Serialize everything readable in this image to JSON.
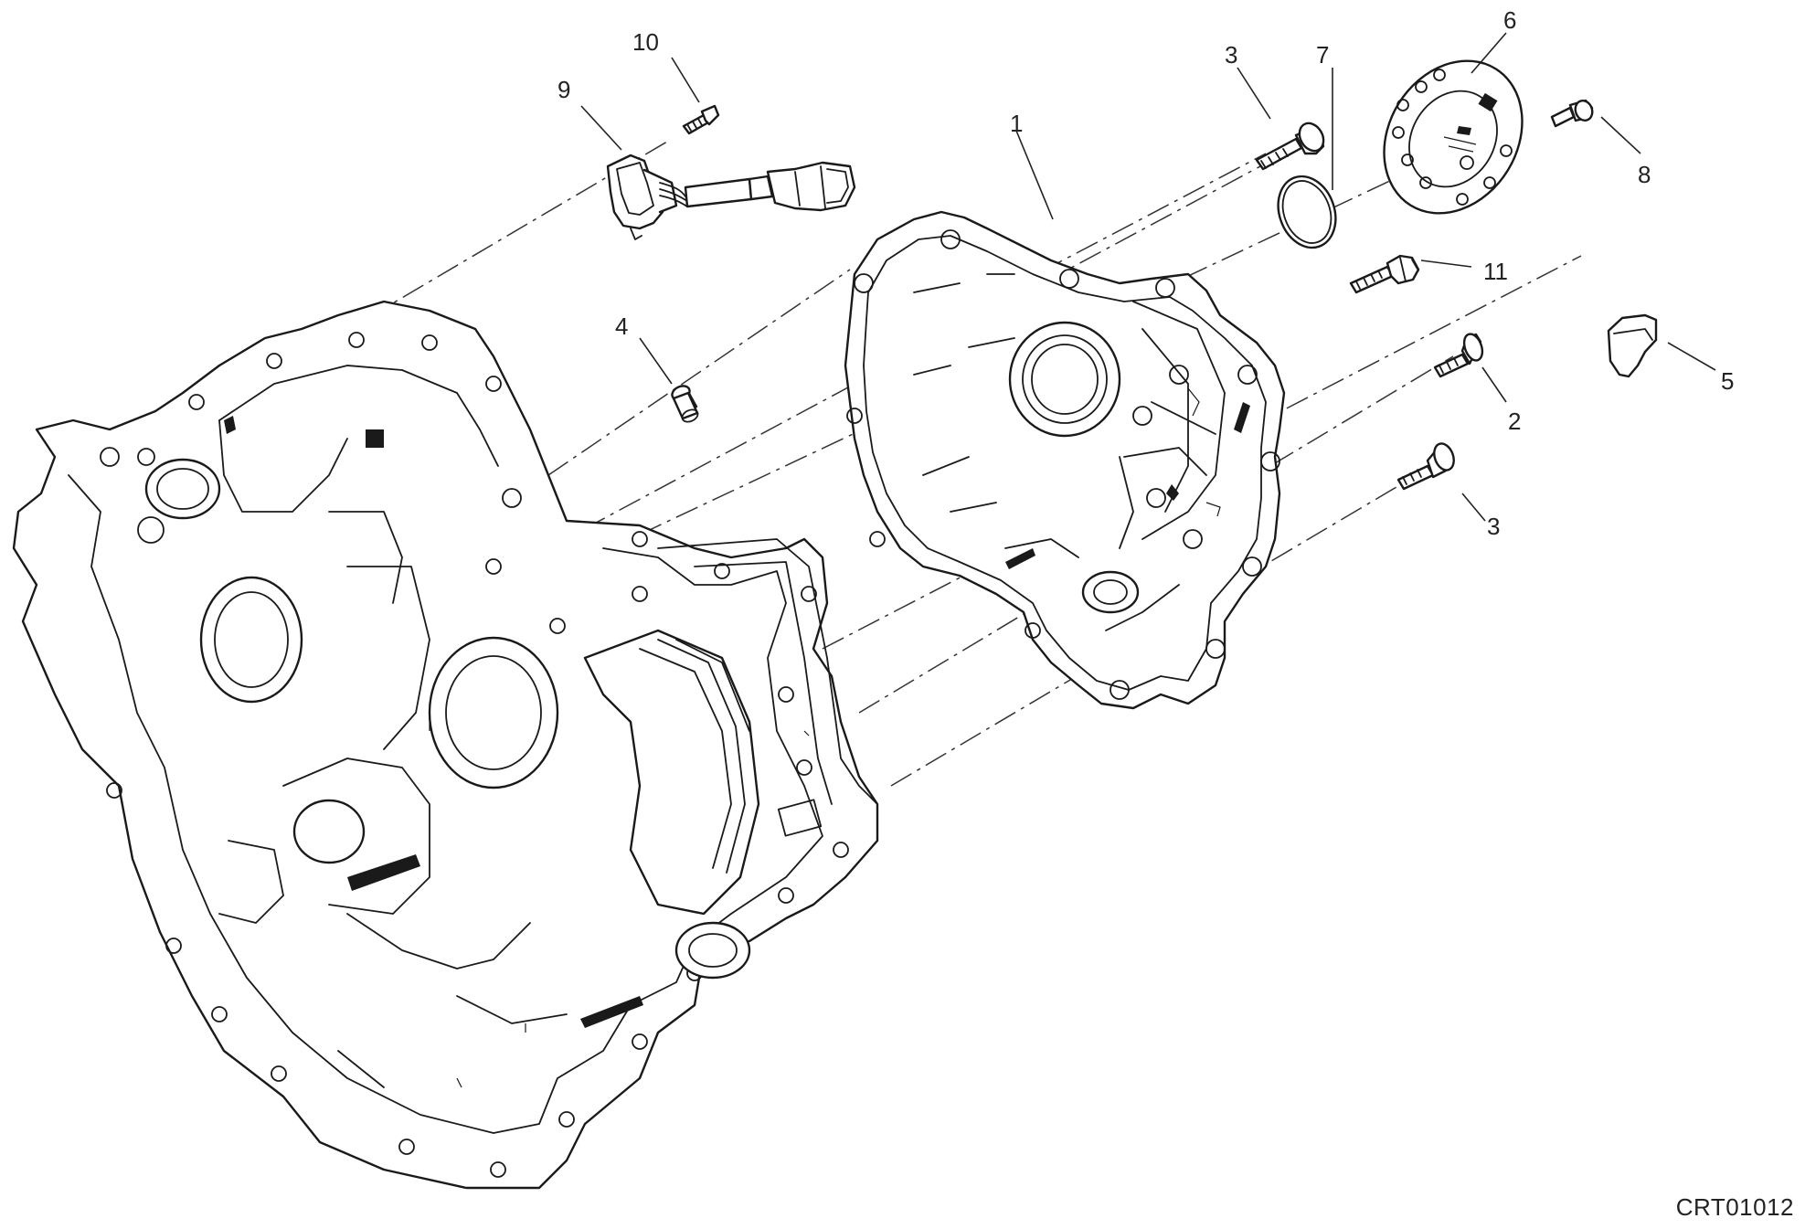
{
  "diagram": {
    "drawing_code": "CRT01012",
    "callouts": [
      {
        "id": "c1",
        "label": "1"
      },
      {
        "id": "c2",
        "label": "2"
      },
      {
        "id": "c3a",
        "label": "3"
      },
      {
        "id": "c3b",
        "label": "3"
      },
      {
        "id": "c4",
        "label": "4"
      },
      {
        "id": "c5",
        "label": "5"
      },
      {
        "id": "c6",
        "label": "6"
      },
      {
        "id": "c7",
        "label": "7"
      },
      {
        "id": "c8",
        "label": "8"
      },
      {
        "id": "c9",
        "label": "9"
      },
      {
        "id": "c10",
        "label": "10"
      },
      {
        "id": "c11",
        "label": "11"
      }
    ]
  }
}
